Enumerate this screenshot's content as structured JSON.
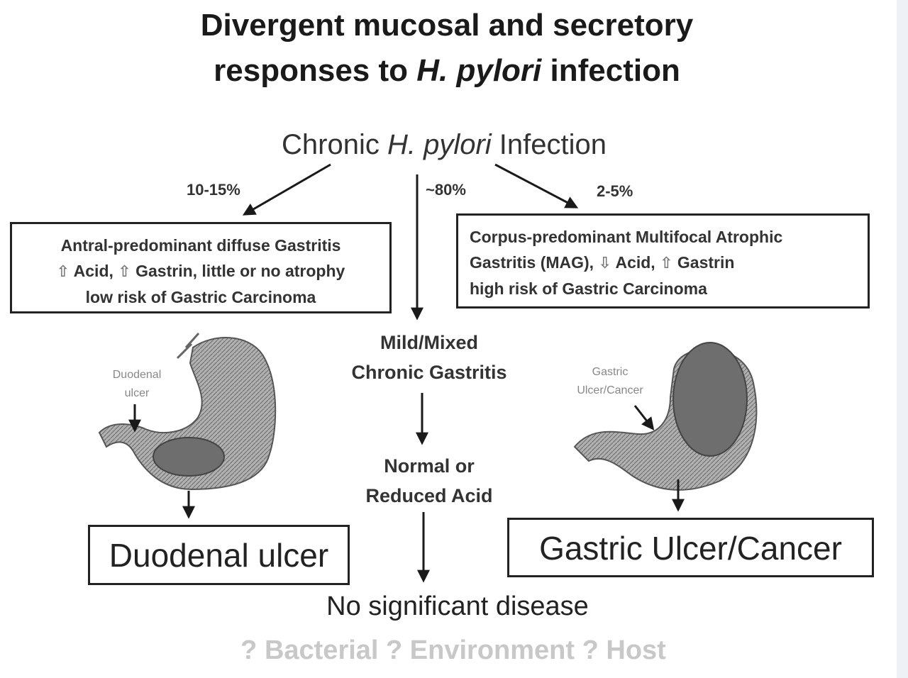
{
  "title": {
    "line1": "Divergent mucosal and secretory",
    "line2_pre": "responses to ",
    "line2_italic": "H. pylori",
    "line2_post": " infection"
  },
  "root": {
    "pre": "Chronic ",
    "italic": "H. pylori",
    "post": " Infection"
  },
  "branches": {
    "left_pct": "10-15%",
    "middle_pct": "~80%",
    "right_pct": "2-5%"
  },
  "left_box": {
    "line1": "Antral-predominant diffuse Gastritis",
    "acid_up_label": "Acid,",
    "gastrin_up_label": "Gastrin, little or no atrophy",
    "line3": "low risk of Gastric Carcinoma"
  },
  "right_box": {
    "line1": "Corpus-predominant Multifocal Atrophic",
    "gastritis_label": "Gastritis (MAG),",
    "acid_down_label": "Acid,",
    "gastrin_up_label": "Gastrin",
    "line3": "high risk of Gastric Carcinoma"
  },
  "middle": {
    "step1_line1": "Mild/Mixed",
    "step1_line2": "Chronic Gastritis",
    "step2_line1": "Normal or",
    "step2_line2": "Reduced Acid",
    "final": "No significant disease"
  },
  "left_stomach_label": {
    "line1": "Duodenal",
    "line2": "ulcer"
  },
  "right_stomach_label": {
    "line1": "Gastric",
    "line2": "Ulcer/Cancer"
  },
  "outcomes": {
    "left": "Duodenal ulcer",
    "right": "Gastric Ulcer/Cancer"
  },
  "footer": "? Bacterial ? Environment ? Host",
  "colors": {
    "highlight_fill": "#6e6e6e",
    "stomach_fill": "#a9a9a9",
    "footer_text": "#c8c8c8"
  }
}
